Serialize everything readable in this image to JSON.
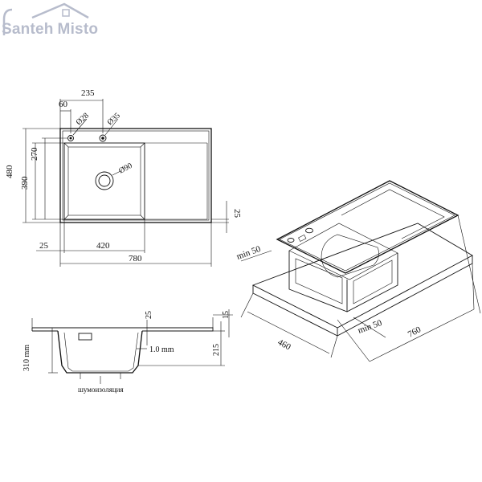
{
  "brand": {
    "name_part1": "Santeh",
    "name_part2": "Misto",
    "color": "#b7bccc"
  },
  "plan_view": {
    "dim_235": "235",
    "dim_60": "60",
    "hole_small": "Ø28",
    "hole_large": "Ø35",
    "drain": "Ø90",
    "dim_480": "480",
    "dim_390": "390",
    "dim_270": "270",
    "dim_25_right": "25",
    "dim_25_bottom": "25",
    "dim_420": "420",
    "dim_780": "780"
  },
  "iso_view": {
    "min50_top": "min 50",
    "min50_bottom": "min 50",
    "dim_460": "460",
    "dim_760": "760"
  },
  "section_view": {
    "dim_25": "25",
    "dim_15": "15",
    "thickness": "1.0 mm",
    "depth_310": "310 mm",
    "depth_215": "215",
    "insulation": "шумоизоляция"
  }
}
